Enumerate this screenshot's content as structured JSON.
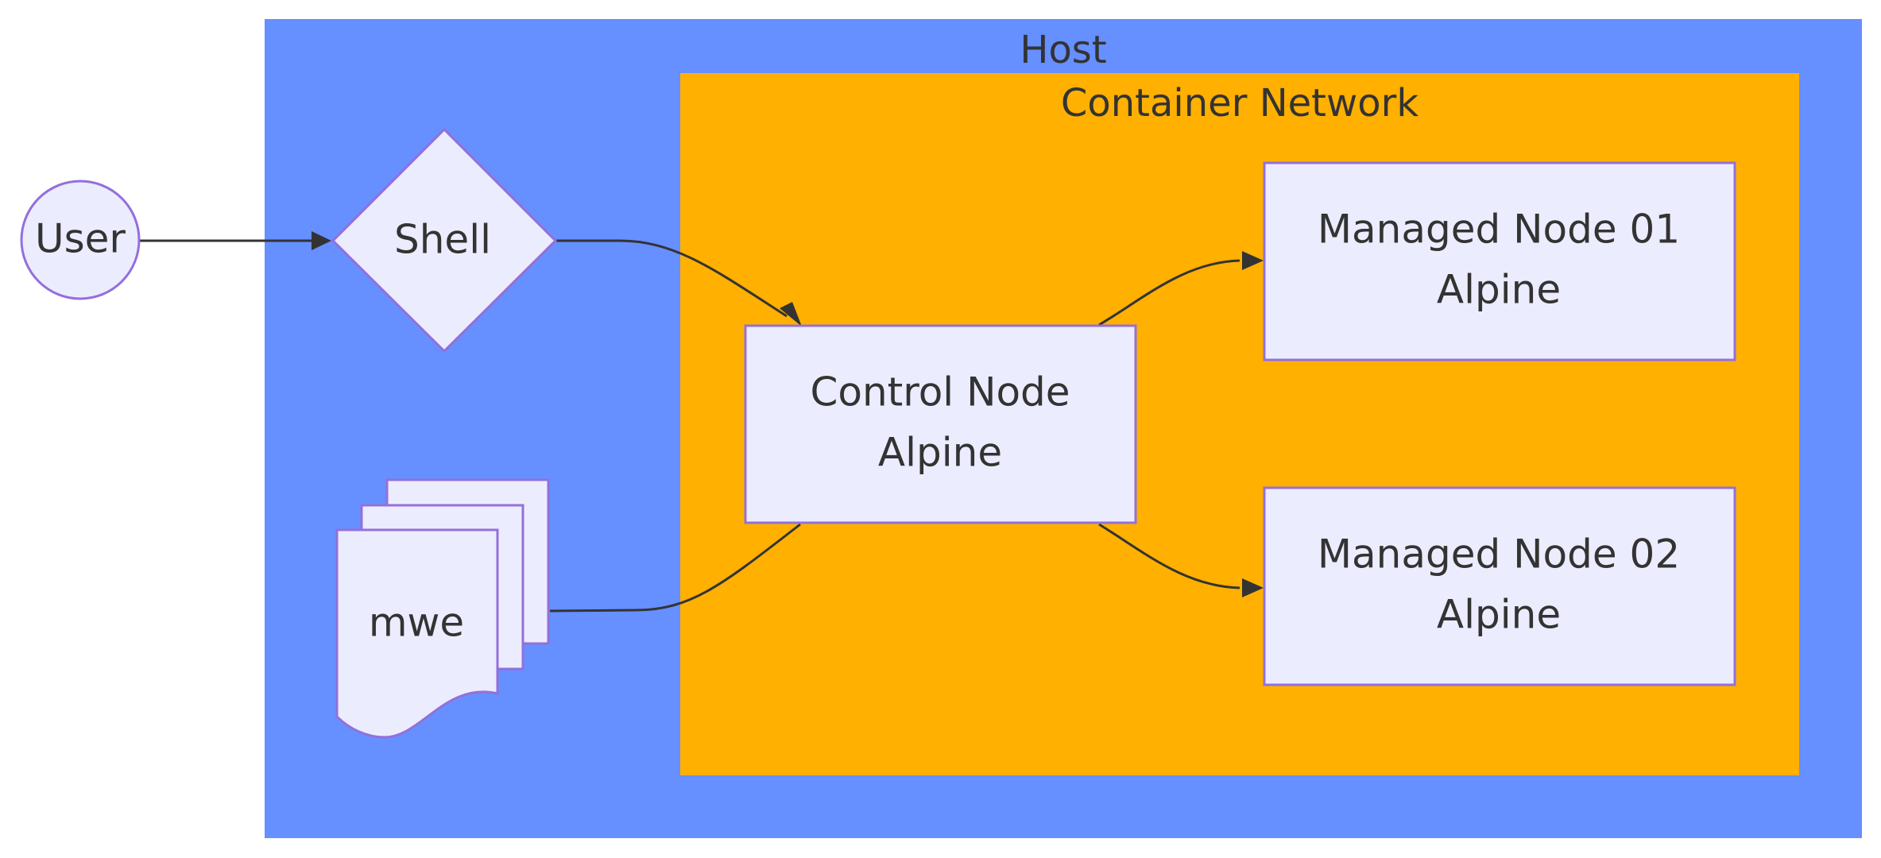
{
  "colors": {
    "host_fill": "#668fff",
    "network_fill": "#ffb000",
    "node_fill": "#ececff",
    "node_stroke": "#9370db",
    "edge": "#333333",
    "text": "#333333"
  },
  "clusters": {
    "host": {
      "label": "Host"
    },
    "network": {
      "label": "Container Network"
    }
  },
  "nodes": {
    "user": {
      "label": "User",
      "shape": "circle"
    },
    "shell": {
      "label": "Shell",
      "shape": "diamond"
    },
    "mwe": {
      "label": "mwe",
      "shape": "multi-document"
    },
    "control": {
      "line1": "Control Node",
      "line2": "Alpine",
      "shape": "rectangle"
    },
    "managed01": {
      "line1": "Managed Node 01",
      "line2": "Alpine",
      "shape": "rectangle"
    },
    "managed02": {
      "line1": "Managed Node 02",
      "line2": "Alpine",
      "shape": "rectangle"
    }
  },
  "edges": [
    {
      "from": "User",
      "to": "Shell",
      "arrow": true
    },
    {
      "from": "Shell",
      "to": "Control Node",
      "arrow": true
    },
    {
      "from": "mwe",
      "to": "Control Node",
      "arrow": false
    },
    {
      "from": "Control Node",
      "to": "Managed Node 01",
      "arrow": true
    },
    {
      "from": "Control Node",
      "to": "Managed Node 02",
      "arrow": true
    }
  ]
}
